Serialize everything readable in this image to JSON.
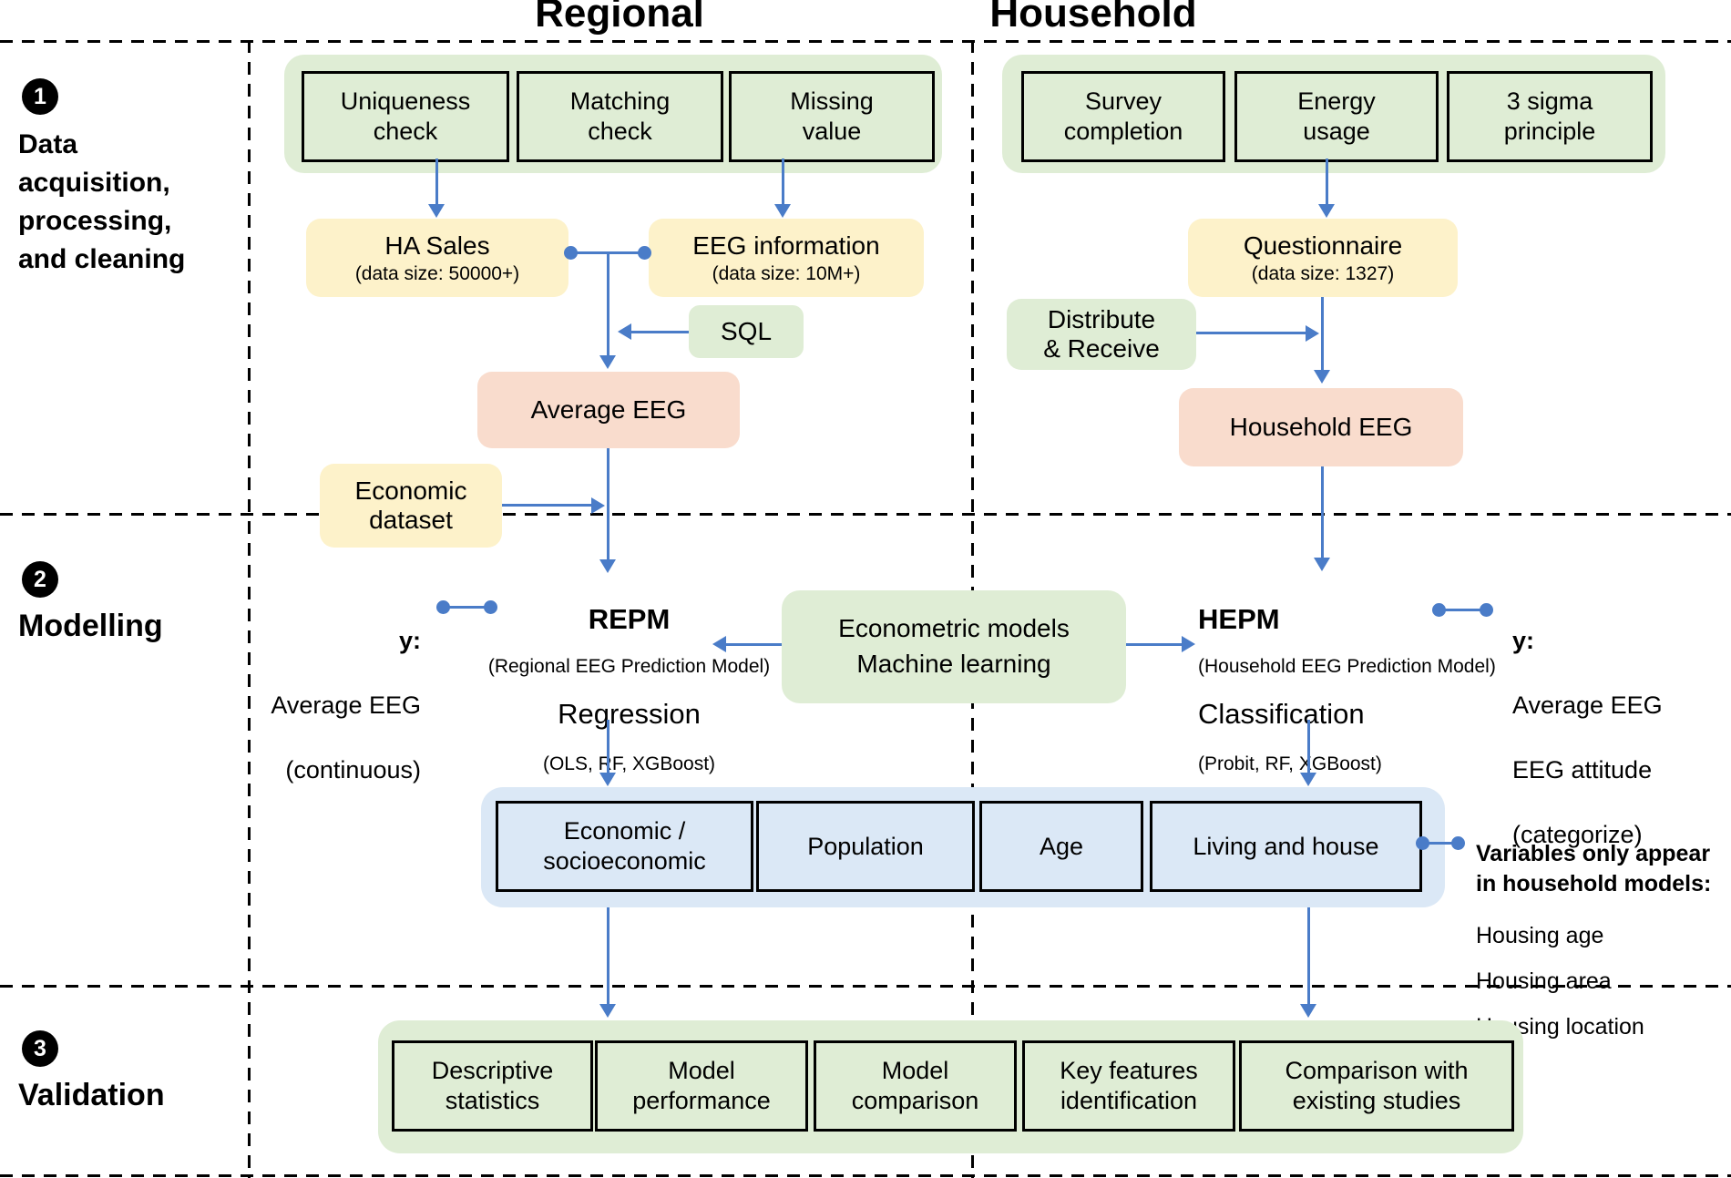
{
  "palette": {
    "box_green": "#dfedd5",
    "box_yellow": "#fdf2ca",
    "box_salmon": "#f9dccd",
    "box_blue": "#dbe8f6",
    "arrow_blue": "#4a7cc8",
    "line_black": "#000000"
  },
  "columns": {
    "regional": "Regional",
    "household": "Household"
  },
  "sections": [
    {
      "number": "1",
      "label": "Data\nacquisition,\nprocessing,\nand cleaning"
    },
    {
      "number": "2",
      "label": "Modelling"
    },
    {
      "number": "3",
      "label": "Validation"
    }
  ],
  "acquisition": {
    "regional": {
      "checks": [
        "Uniqueness\ncheck",
        "Matching\ncheck",
        "Missing\nvalue"
      ],
      "ha_sales": {
        "title": "HA Sales",
        "subtitle": "(data size: 50000+)"
      },
      "eeg_information": {
        "title": "EEG information",
        "subtitle": "(data size: 10M+)"
      },
      "sql": "SQL",
      "average_eeg": "Average EEG",
      "economic_dataset": "Economic\ndataset"
    },
    "household": {
      "checks": [
        "Survey\ncompletion",
        "Energy\nusage",
        "3 sigma\nprinciple"
      ],
      "questionnaire": {
        "title": "Questionnaire",
        "subtitle": "(data size: 1327)"
      },
      "distribute": "Distribute\n& Receive",
      "household_eeg": "Household EEG"
    }
  },
  "modelling": {
    "regional_y": {
      "label": "y:",
      "lines": [
        "Average EEG",
        "(continuous)"
      ]
    },
    "repm": {
      "title": "REPM",
      "subtitle": "(Regional EEG Prediction Model)",
      "method": "Regression",
      "detail": "(OLS, RF, XGBoost)"
    },
    "center_box": {
      "line1": "Econometric models",
      "line2": "Machine learning"
    },
    "hepm": {
      "title": "HEPM",
      "subtitle": "(Household EEG Prediction Model)",
      "method": "Classification",
      "detail": "(Probit, RF, XGBoost)"
    },
    "household_y": {
      "label": "y:",
      "lines": [
        "Average EEG",
        "EEG attitude",
        "(categorize)"
      ]
    },
    "variables": [
      "Economic /\nsocioeconomic",
      "Population",
      "Age",
      "Living and house"
    ],
    "note": {
      "bold": "Variables only appear\nin household models:",
      "lines": [
        "Housing age",
        "Housing area",
        "Housing location"
      ]
    }
  },
  "validation": {
    "boxes": [
      "Descriptive\nstatistics",
      "Model\nperformance",
      "Model\ncomparison",
      "Key features\nidentification",
      "Comparison with\nexisting studies"
    ]
  }
}
